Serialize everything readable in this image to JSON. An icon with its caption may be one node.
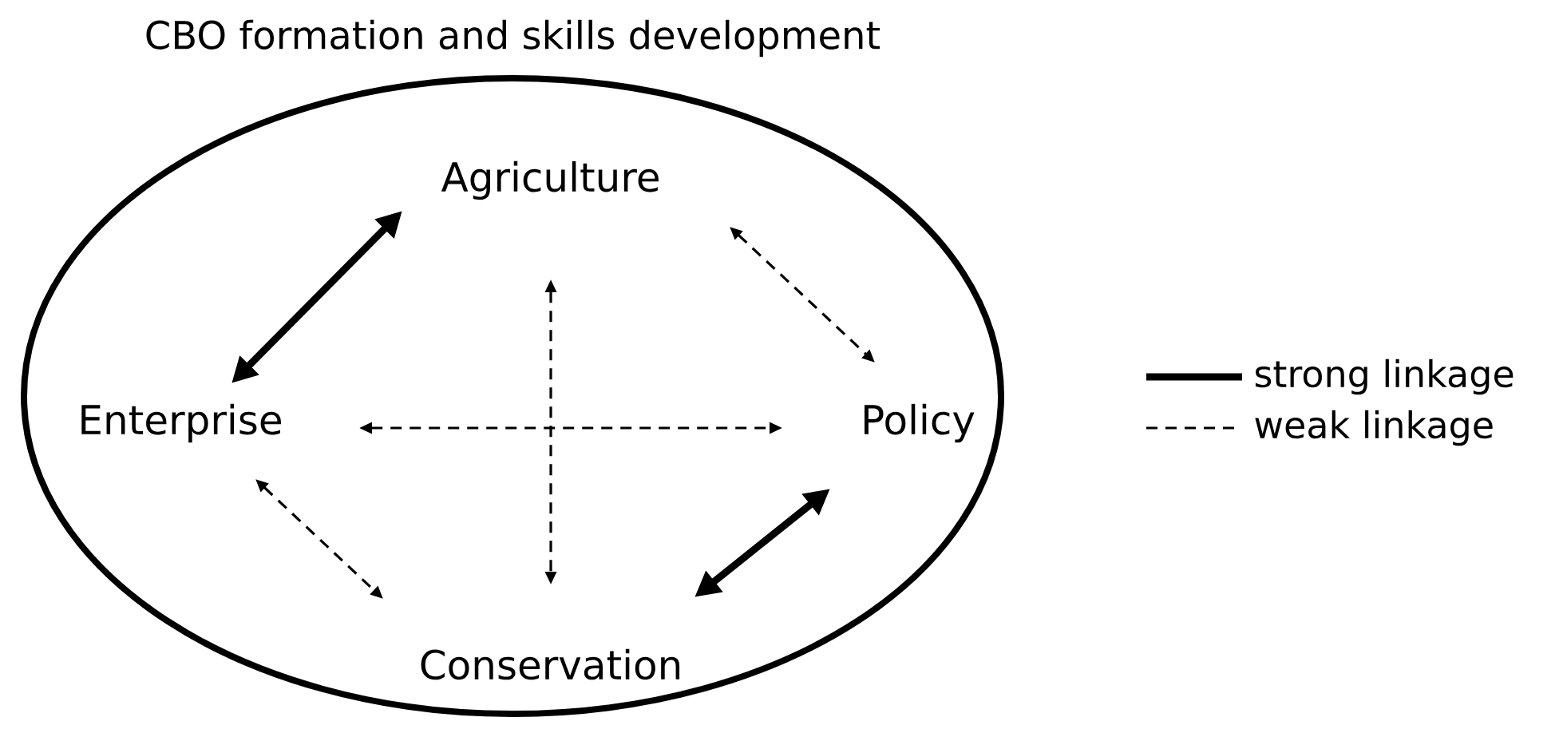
{
  "diagram": {
    "nodes": [
      {
        "text": [
          "CBO formation and skills development"
        ]
      },
      {
        "text": [
          "Agriculture"
        ],
        "in": 0
      },
      {
        "text": [
          "Enterprise"
        ],
        "in": 0
      },
      {
        "text": [
          "Policy"
        ],
        "in": 0
      },
      {
        "text": [
          "Conservation"
        ],
        "in": 0
      }
    ],
    "edges": [
      {
        "from": 2,
        "to": 1,
        "arrow": "both",
        "style": "thick"
      },
      {
        "from": 1,
        "to": 3,
        "arrow": "both",
        "style": "dashed"
      },
      {
        "from": 2,
        "to": 3,
        "arrow": "both",
        "style": "dashed"
      },
      {
        "from": 1,
        "to": 4,
        "arrow": "both",
        "style": "dashed"
      },
      {
        "from": 2,
        "to": 4,
        "arrow": "both",
        "style": "dashed"
      },
      {
        "from": 4,
        "to": 3,
        "arrow": "both",
        "style": "thick"
      }
    ],
    "legend": [
      {
        "text": "strong linkage"
      },
      {
        "text": "weak linkage"
      }
    ]
  }
}
